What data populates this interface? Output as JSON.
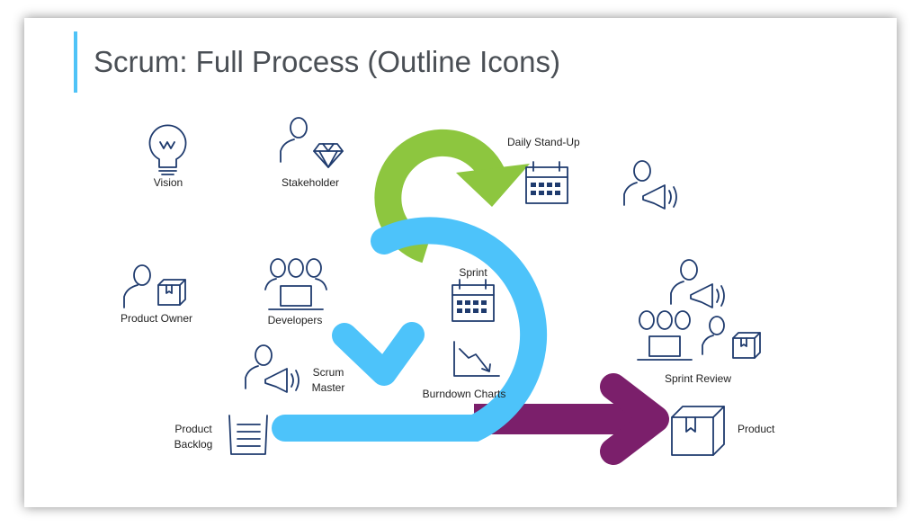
{
  "slide": {
    "title": "Scrum: Full Process (Outline Icons)",
    "colors": {
      "accent": "#4fc3f7",
      "icon": "#1f3b6e",
      "daily_arrow": "#8dc63f",
      "sprint_arrow": "#4dc3fa",
      "product_arrow": "#7b1f6b"
    }
  },
  "labels": {
    "vision": "Vision",
    "stakeholder": "Stakeholder",
    "daily_standup": "Daily Stand-Up",
    "product_owner": "Product Owner",
    "developers": "Developers",
    "sprint": "Sprint",
    "scrum_master_1": "Scrum",
    "scrum_master_2": "Master",
    "burndown": "Burndown Charts",
    "sprint_review": "Sprint Review",
    "product_backlog_1": "Product",
    "product_backlog_2": "Backlog",
    "product": "Product"
  },
  "icons": [
    "lightbulb-icon",
    "stakeholder-icon",
    "calendar-icon",
    "megaphone-person-icon",
    "product-owner-icon",
    "developers-icon",
    "sprint-calendar-icon",
    "scrum-master-icon",
    "burndown-chart-icon",
    "sprint-review-icons",
    "backlog-icon",
    "product-box-icon"
  ]
}
